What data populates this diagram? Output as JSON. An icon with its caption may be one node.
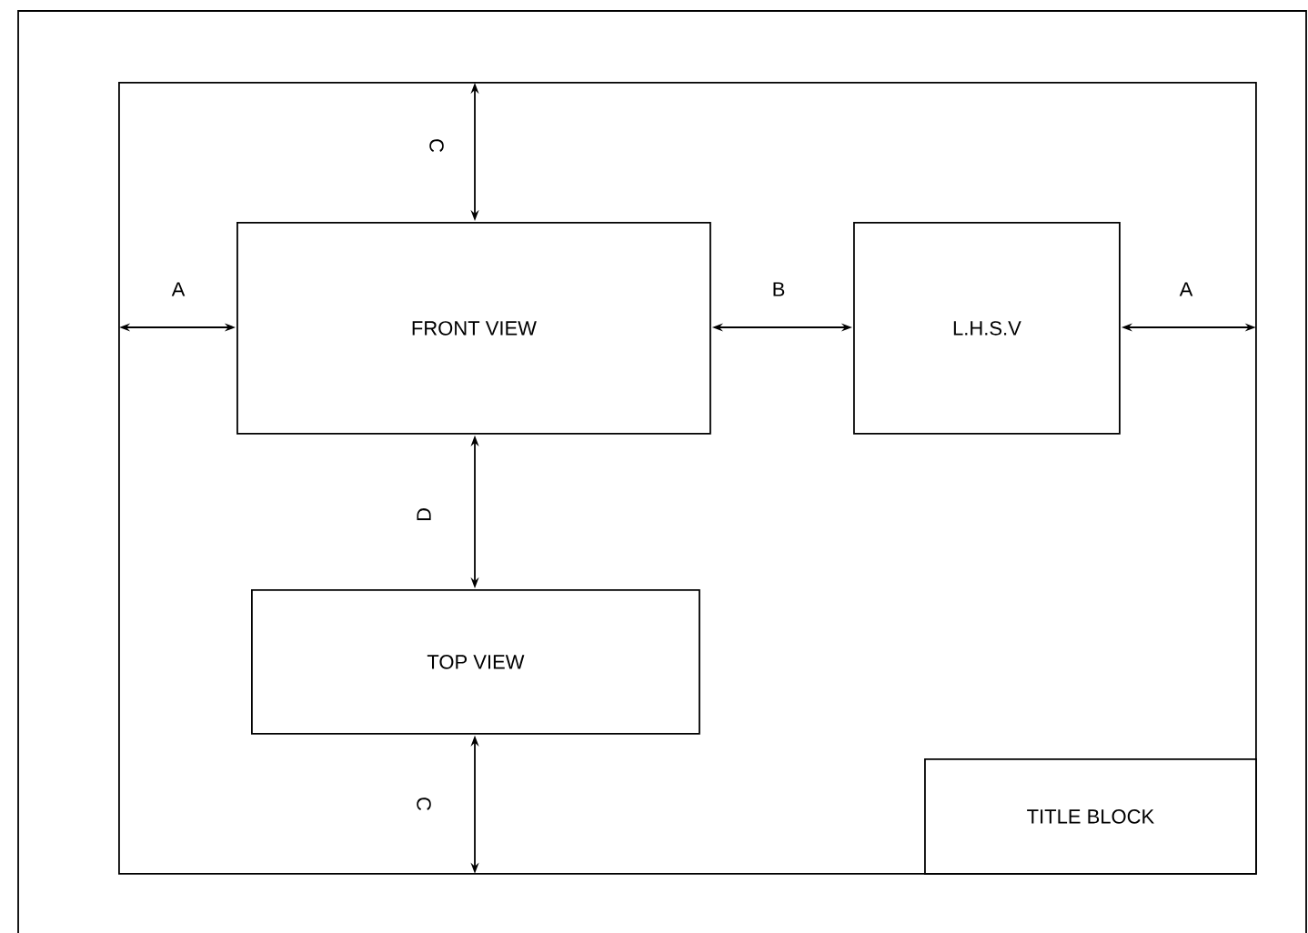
{
  "diagram": {
    "nodes": [
      {
        "text": [],
        "shape": "box"
      },
      {
        "text": [
          "FRONT VIEW"
        ],
        "in": 0
      },
      {
        "text": [
          "L.H.S.V"
        ],
        "in": 0
      },
      {
        "text": [
          "TOP VIEW"
        ],
        "in": 0
      },
      {
        "text": [
          "TITLE BLOCK"
        ],
        "in": 0
      }
    ],
    "edges": [
      {
        "from": 0,
        "to": 1,
        "arrow": "both",
        "label": "C"
      },
      {
        "from": 0,
        "to": 1,
        "arrow": "both",
        "label": "A"
      },
      {
        "from": 1,
        "to": 2,
        "arrow": "both",
        "label": "B"
      },
      {
        "from": 2,
        "to": 0,
        "arrow": "both",
        "label": "A"
      },
      {
        "from": 1,
        "to": 3,
        "arrow": "both",
        "label": "D"
      },
      {
        "from": 3,
        "to": 0,
        "arrow": "both",
        "label": "C"
      }
    ]
  }
}
